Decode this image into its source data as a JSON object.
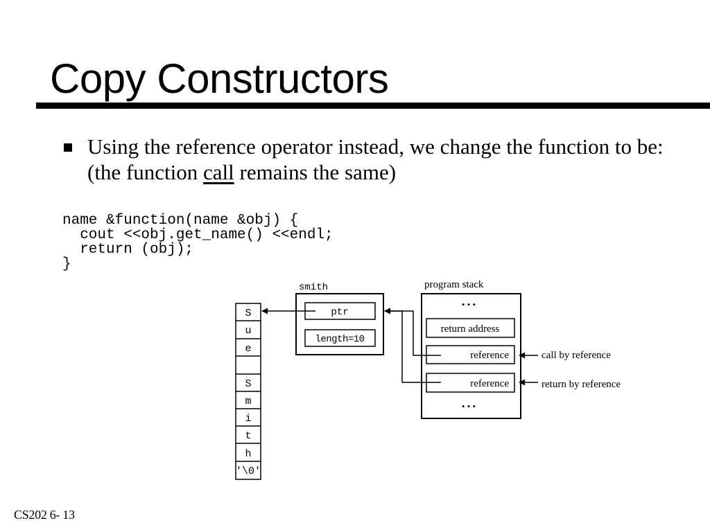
{
  "slide": {
    "title": "Copy Constructors",
    "bullet": {
      "text_before": "Using the reference operator instead, we change the function to be: (the function ",
      "underlined": "call",
      "text_after": " remains the same)"
    },
    "code_lines": [
      "name &function(name &obj) {",
      "  cout <<obj.get_name() <<endl;",
      "  return (obj);",
      "}"
    ],
    "footer": "CS202 6- 13"
  },
  "diagram": {
    "char_cells": [
      "S",
      "u",
      "e",
      "",
      "S",
      "m",
      "i",
      "t",
      "h",
      "'\\0'"
    ],
    "object": {
      "label": "smith",
      "ptr_label": "ptr",
      "length_label": "length=10"
    },
    "stack": {
      "label": "program stack",
      "ellipsis": "• • •",
      "return_address": "return address",
      "reference_labels": [
        "reference",
        "reference"
      ]
    },
    "annotations": {
      "call_by_reference": "call by reference",
      "return_by_reference": "return by reference"
    }
  }
}
